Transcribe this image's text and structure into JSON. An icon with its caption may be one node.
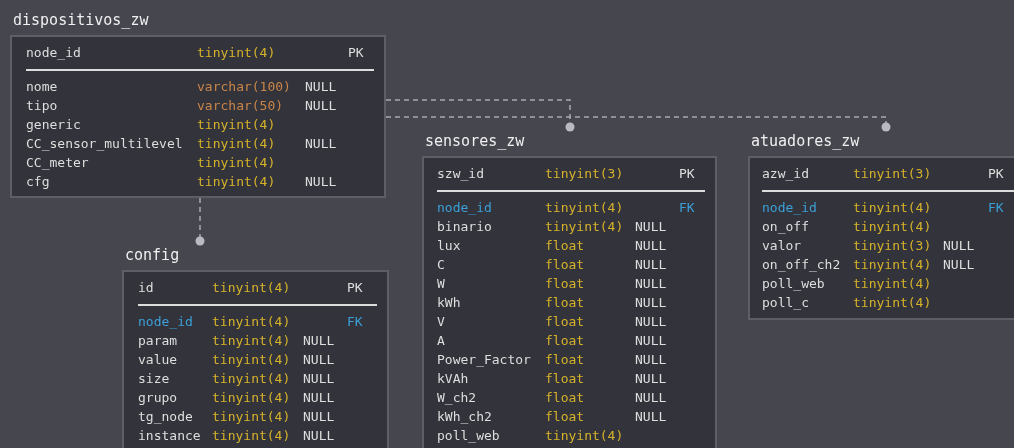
{
  "diagram": {
    "nodes": [
      {
        "text": [
          "dispositivos_zw"
        ]
      },
      {
        "text": [
          "node_id",
          "tinyint(4)",
          "PK"
        ],
        "in": 0
      },
      {
        "text": [
          "nome",
          "varchar(100)",
          "NULL"
        ],
        "in": 0
      },
      {
        "text": [
          "tipo",
          "varchar(50)",
          "NULL"
        ],
        "in": 0
      },
      {
        "text": [
          "generic",
          "tinyint(4)"
        ],
        "in": 0
      },
      {
        "text": [
          "CC_sensor_multilevel",
          "tinyint(4)",
          "NULL"
        ],
        "in": 0
      },
      {
        "text": [
          "CC_meter",
          "tinyint(4)"
        ],
        "in": 0
      },
      {
        "text": [
          "cfg",
          "tinyint(4)",
          "NULL"
        ],
        "in": 0
      },
      {
        "text": [
          "config"
        ]
      },
      {
        "text": [
          "id",
          "tinyint(4)",
          "PK"
        ],
        "in": 8
      },
      {
        "text": [
          "node_id",
          "tinyint(4)",
          "FK"
        ],
        "in": 8
      },
      {
        "text": [
          "param",
          "tinyint(4)",
          "NULL"
        ],
        "in": 8
      },
      {
        "text": [
          "value",
          "tinyint(4)",
          "NULL"
        ],
        "in": 8
      },
      {
        "text": [
          "size",
          "tinyint(4)",
          "NULL"
        ],
        "in": 8
      },
      {
        "text": [
          "grupo",
          "tinyint(4)",
          "NULL"
        ],
        "in": 8
      },
      {
        "text": [
          "tg_node",
          "tinyint(4)",
          "NULL"
        ],
        "in": 8
      },
      {
        "text": [
          "instance",
          "tinyint(4)",
          "NULL"
        ],
        "in": 8
      },
      {
        "text": [
          "sensores_zw"
        ]
      },
      {
        "text": [
          "szw_id",
          "tinyint(3)",
          "PK"
        ],
        "in": 17
      },
      {
        "text": [
          "node_id",
          "tinyint(4)",
          "FK"
        ],
        "in": 17
      },
      {
        "text": [
          "binario",
          "tinyint(4)",
          "NULL"
        ],
        "in": 17
      },
      {
        "text": [
          "lux",
          "float",
          "NULL"
        ],
        "in": 17
      },
      {
        "text": [
          "C",
          "float",
          "NULL"
        ],
        "in": 17
      },
      {
        "text": [
          "W",
          "float",
          "NULL"
        ],
        "in": 17
      },
      {
        "text": [
          "kWh",
          "float",
          "NULL"
        ],
        "in": 17
      },
      {
        "text": [
          "V",
          "float",
          "NULL"
        ],
        "in": 17
      },
      {
        "text": [
          "A",
          "float",
          "NULL"
        ],
        "in": 17
      },
      {
        "text": [
          "Power_Factor",
          "float",
          "NULL"
        ],
        "in": 17
      },
      {
        "text": [
          "kVAh",
          "float",
          "NULL"
        ],
        "in": 17
      },
      {
        "text": [
          "W_ch2",
          "float",
          "NULL"
        ],
        "in": 17
      },
      {
        "text": [
          "kWh_ch2",
          "float",
          "NULL"
        ],
        "in": 17
      },
      {
        "text": [
          "poll_web",
          "tinyint(4)"
        ],
        "in": 17
      },
      {
        "text": [
          "atuadores_zw"
        ]
      },
      {
        "text": [
          "azw_id",
          "tinyint(3)",
          "PK"
        ],
        "in": 32
      },
      {
        "text": [
          "node_id",
          "tinyint(4)",
          "FK"
        ],
        "in": 32
      },
      {
        "text": [
          "on_off",
          "tinyint(4)"
        ],
        "in": 32
      },
      {
        "text": [
          "valor",
          "tinyint(3)",
          "NULL"
        ],
        "in": 32
      },
      {
        "text": [
          "on_off_ch2",
          "tinyint(4)",
          "NULL"
        ],
        "in": 32
      },
      {
        "text": [
          "poll_web",
          "tinyint(4)"
        ],
        "in": 32
      },
      {
        "text": [
          "poll_c",
          "tinyint(4)"
        ],
        "in": 32
      }
    ],
    "edges": [
      {
        "from": 0,
        "to": 17,
        "arrow": "other",
        "style": "dashed"
      },
      {
        "from": 0,
        "to": 32,
        "arrow": "other",
        "style": "dashed"
      },
      {
        "from": 0,
        "to": 8,
        "arrow": "other",
        "style": "dashed"
      }
    ]
  }
}
